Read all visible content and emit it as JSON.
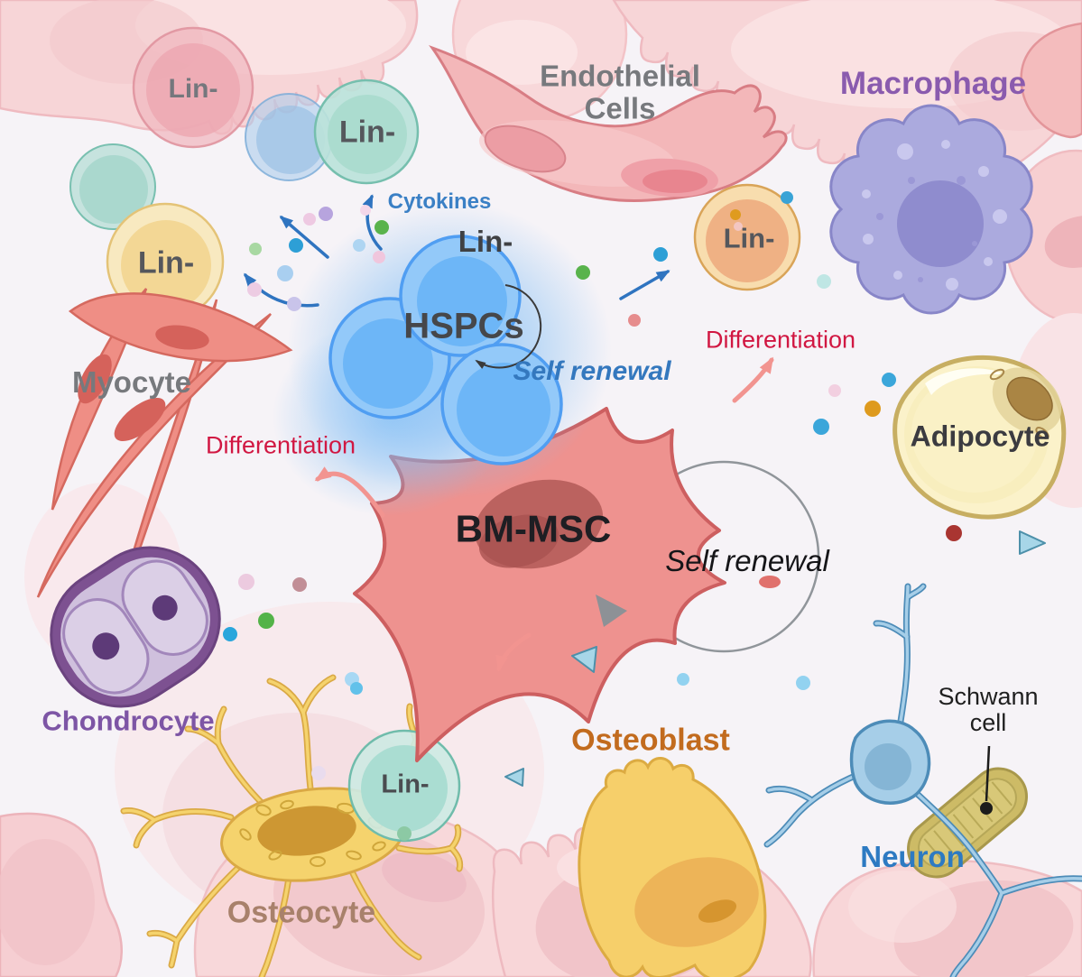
{
  "diagram": {
    "title_implicit": "BM-MSC and HSPC bone-marrow niche differentiation diagram",
    "labels": {
      "lin_pink": "Lin-",
      "lin_teal_top": "Lin-",
      "lin_yellow": "Lin-",
      "lin_hspc": "Lin-",
      "lin_orange": "Lin-",
      "lin_teal_bottom": "Lin-",
      "endothelial_line1": "Endothelial",
      "endothelial_line2": "Cells",
      "macrophage": "Macrophage",
      "cytokines": "Cytokines",
      "hspcs": "HSPCs",
      "hspc_self_renewal": "Self renewal",
      "differentiation_right": "Differentiation",
      "differentiation_left": "Differentiation",
      "myocyte": "Myocyte",
      "bm_msc": "BM-MSC",
      "bm_msc_self_renewal": "Self renewal",
      "adipocyte": "Adipocyte",
      "chondrocyte": "Chondrocyte",
      "osteocyte": "Osteocyte",
      "osteoblast": "Osteoblast",
      "neuron": "Neuron",
      "schwann_line1": "Schwann",
      "schwann_line2": "cell"
    },
    "colors": {
      "differentiation_red": "#d11742",
      "cytokines_blue": "#3b80c5",
      "self_renewal_blue": "#3478be",
      "macrophage_purple": "#8a5bae",
      "chondrocyte_purple": "#7d55a5",
      "osteoblast_orange": "#c26b1e",
      "osteocyte_brown": "#a8816b",
      "neuron_blue": "#2d7ac2",
      "gray_label": "#77797d",
      "hspc_cell_blue": "#6db6f7",
      "bm_msc_cell_red": "#ee928f",
      "adipocyte_yellow": "#fbf2ca",
      "tissue_pink": "#f7d5d7"
    }
  }
}
